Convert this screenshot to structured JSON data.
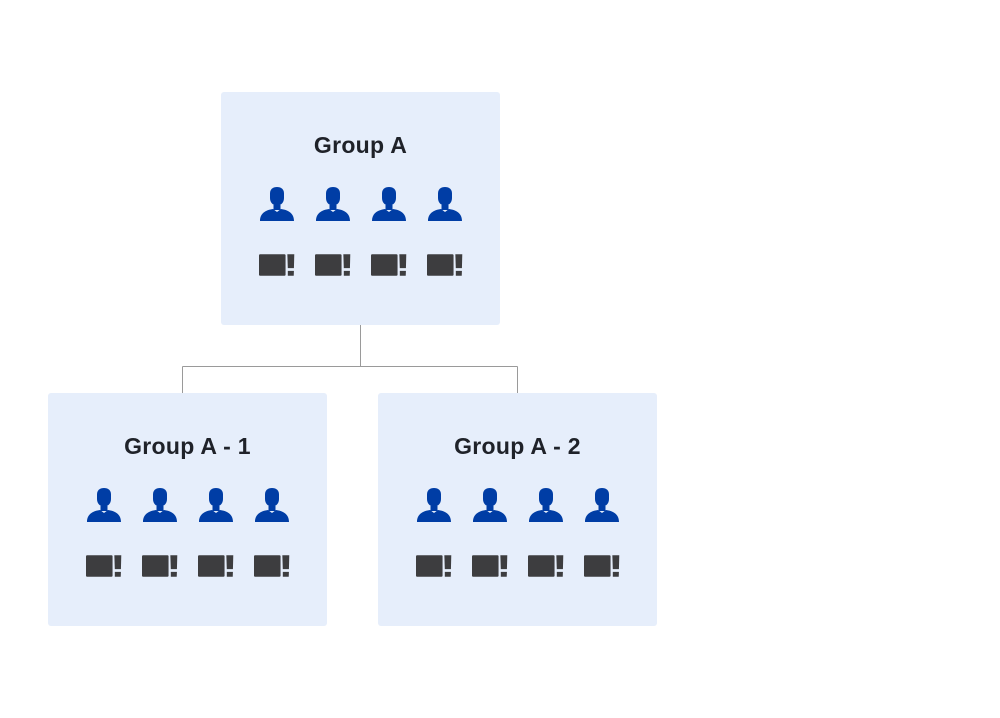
{
  "colors": {
    "box_fill": "#e6eefb",
    "user_icon": "#003da5",
    "device_icon": "#3d3d3f",
    "connector": "#9a9a9a",
    "title_text": "#1f2229"
  },
  "groups": [
    {
      "id": "group-a",
      "title": "Group A",
      "users": 4,
      "devices": 4
    },
    {
      "id": "group-a-1",
      "title": "Group A - 1",
      "users": 4,
      "devices": 4
    },
    {
      "id": "group-a-2",
      "title": "Group A - 2",
      "users": 4,
      "devices": 4
    }
  ],
  "hierarchy": [
    {
      "parent": "group-a",
      "child": "group-a-1"
    },
    {
      "parent": "group-a",
      "child": "group-a-2"
    }
  ],
  "icons": {
    "user": "user-icon",
    "device": "device-icon"
  }
}
